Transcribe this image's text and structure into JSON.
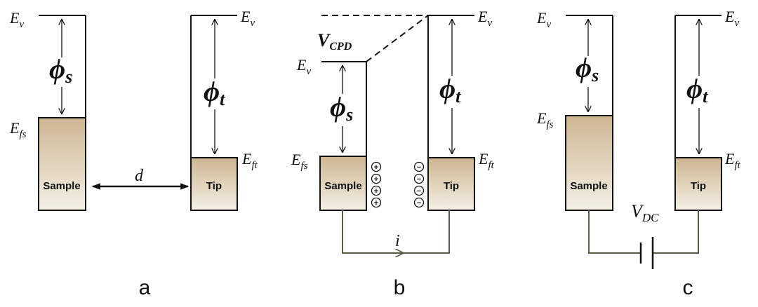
{
  "panels": {
    "a": {
      "label": "a",
      "sample_ev": {
        "main": "E",
        "sub": "v"
      },
      "sample_ef": {
        "main": "E",
        "sub": "fs"
      },
      "tip_ev": {
        "main": "E",
        "sub": "v"
      },
      "tip_ef": {
        "main": "E",
        "sub": "ft"
      },
      "phi_s": {
        "main": "ϕ",
        "sub": "s"
      },
      "phi_t": {
        "main": "ϕ",
        "sub": "t"
      },
      "sample_box": "Sample",
      "tip_box": "Tip",
      "distance": "d"
    },
    "b": {
      "label": "b",
      "vcpd": {
        "main": "V",
        "sub": "CPD"
      },
      "sample_ev": {
        "main": "E",
        "sub": "v"
      },
      "sample_ef": {
        "main": "E",
        "sub": "fs"
      },
      "tip_ev": {
        "main": "E",
        "sub": "v"
      },
      "tip_ef": {
        "main": "E",
        "sub": "ft"
      },
      "phi_s": {
        "main": "ϕ",
        "sub": "s"
      },
      "phi_t": {
        "main": "ϕ",
        "sub": "t"
      },
      "sample_box": "Sample",
      "tip_box": "Tip",
      "plus": "+",
      "minus": "−",
      "current": "i"
    },
    "c": {
      "label": "c",
      "sample_ev": {
        "main": "E",
        "sub": "v"
      },
      "sample_ef": {
        "main": "E",
        "sub": "fs"
      },
      "tip_ev": {
        "main": "E",
        "sub": "v"
      },
      "tip_ef": {
        "main": "E",
        "sub": "ft"
      },
      "phi_s": {
        "main": "ϕ",
        "sub": "s"
      },
      "phi_t": {
        "main": "ϕ",
        "sub": "t"
      },
      "sample_box": "Sample",
      "tip_box": "Tip",
      "vdc": {
        "main": "V",
        "sub": "DC"
      }
    }
  },
  "colors": {
    "box_top": "#cdb692",
    "box_bottom": "#f4f0e6",
    "circuit": "#5b5b48",
    "line": "#111111"
  }
}
